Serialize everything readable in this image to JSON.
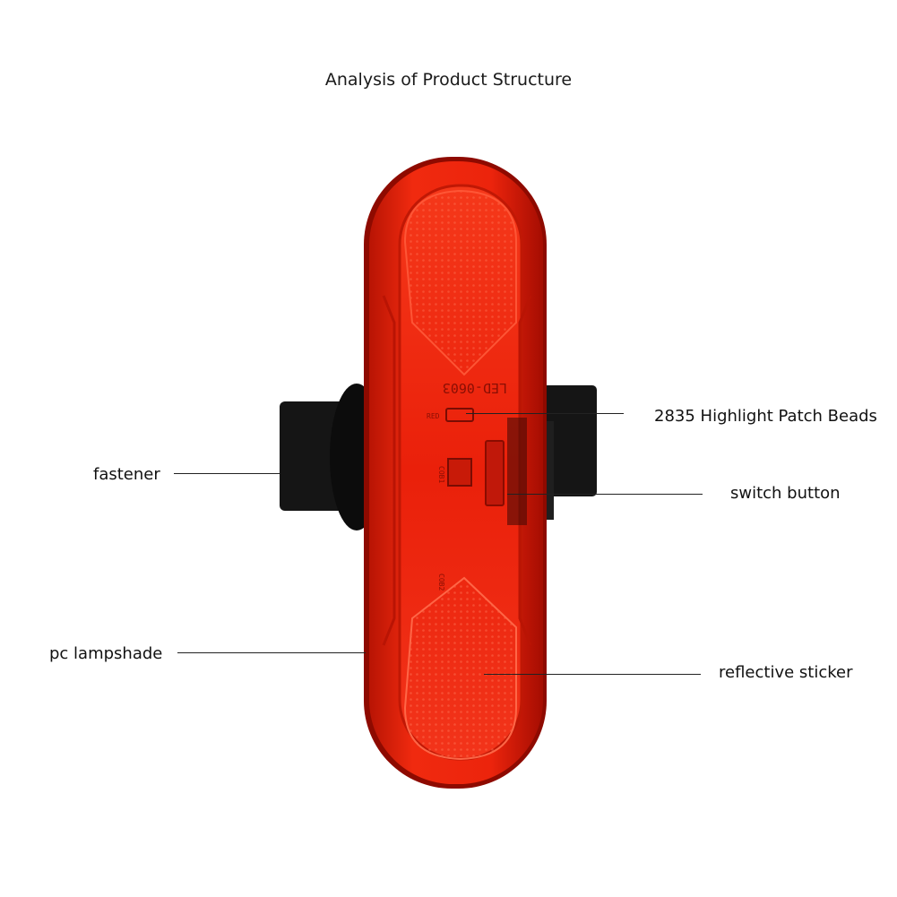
{
  "title": "Analysis of Product Structure",
  "callouts": {
    "patch_beads": "2835 Highlight Patch Beads",
    "fastener": "fastener",
    "switch_button": "switch button",
    "pc_lampshade": "pc lampshade",
    "reflective_sticker": "reflective sticker"
  },
  "product_markings": {
    "model": "LED-0603",
    "mode_red": "RED",
    "mode_2": "COB1",
    "mode_3": "COB2"
  },
  "colors": {
    "lamp_red": "#e8220c",
    "lamp_dark": "#a80d02",
    "mount_black": "#151515"
  }
}
